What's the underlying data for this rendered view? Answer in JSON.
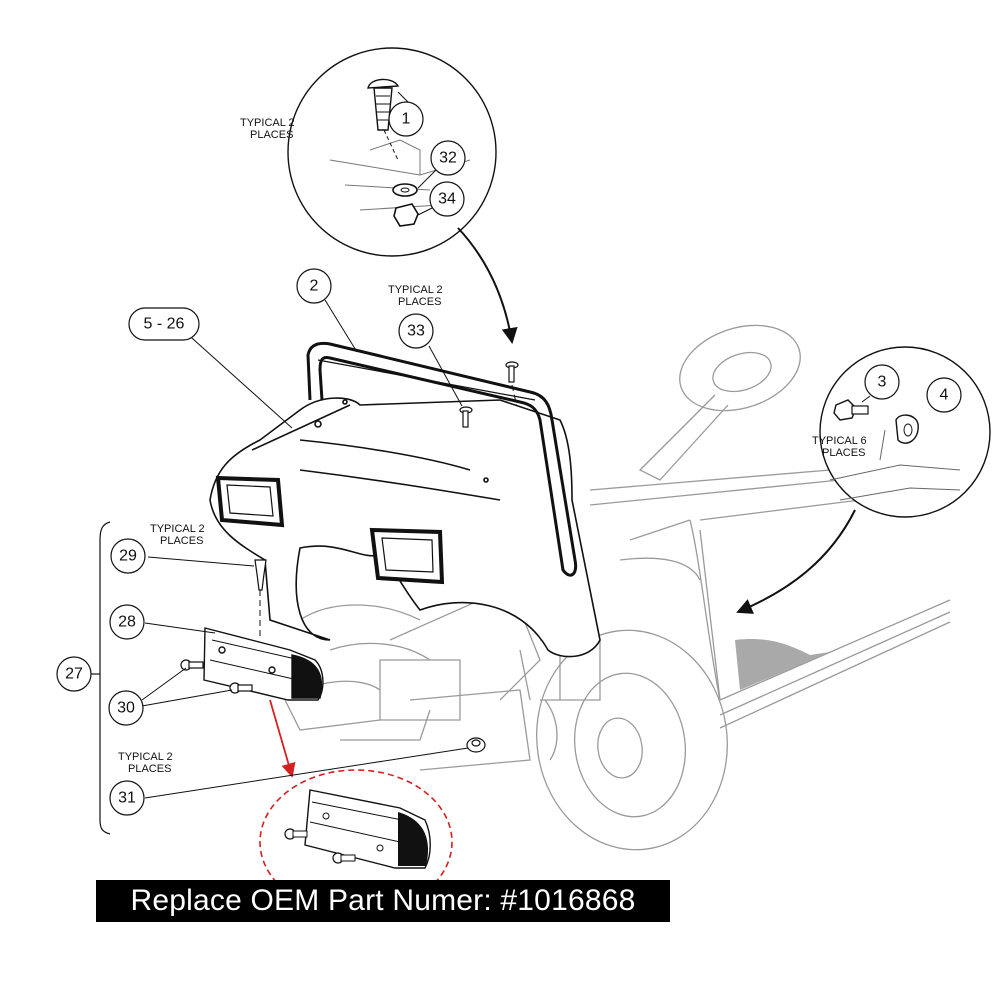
{
  "labels": {
    "typical_2_places": "TYPICAL 2 PLACES",
    "typical_6_places": "TYPICAL 6 PLACES"
  },
  "callouts": {
    "c1": "1",
    "c2": "2",
    "c3": "3",
    "c4": "4",
    "c5_26": "5 - 26",
    "c27": "27",
    "c28": "28",
    "c29": "29",
    "c30": "30",
    "c31": "31",
    "c32": "32",
    "c33": "33",
    "c34": "34"
  },
  "banner": "Replace OEM Part Numer: #1016868",
  "colors": {
    "ink": "#111111",
    "light_ink": "#9a9a9a",
    "highlight": "#d62020",
    "banner_bg": "#000000",
    "banner_text": "#ffffff",
    "floor_gray": "#a9a9a9"
  }
}
